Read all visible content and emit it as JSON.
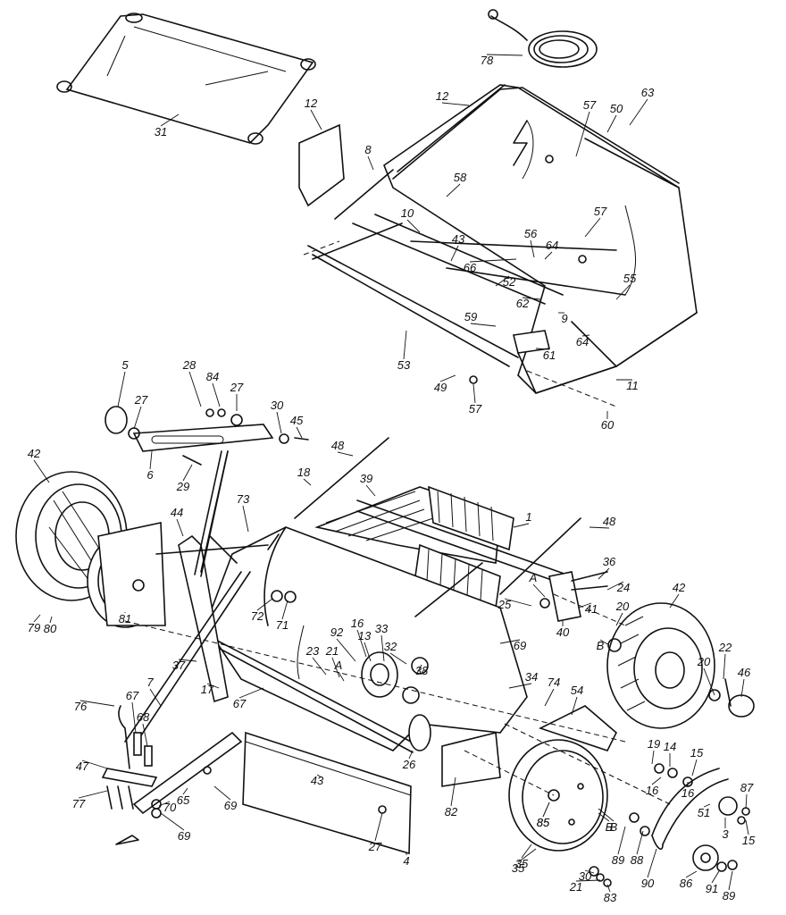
{
  "labels": [
    "31",
    "78",
    "12",
    "57",
    "50",
    "63",
    "12",
    "8",
    "58",
    "10",
    "43",
    "56",
    "64",
    "66",
    "57",
    "52",
    "62",
    "55",
    "59",
    "9",
    "64",
    "53",
    "61",
    "49",
    "57",
    "11",
    "60",
    "5",
    "28",
    "84",
    "27",
    "27",
    "30",
    "45",
    "6",
    "29",
    "42",
    "48",
    "18",
    "39",
    "73",
    "44",
    "1",
    "48",
    "36",
    "24",
    "25",
    "41",
    "40",
    "42",
    "20",
    "72",
    "71",
    "16",
    "92",
    "13",
    "33",
    "23",
    "21",
    "32",
    "69",
    "37",
    "17",
    "7",
    "38",
    "34",
    "22",
    "20",
    "46",
    "B",
    "A",
    "A",
    "B",
    "35",
    "79",
    "80",
    "81",
    "67",
    "76",
    "68",
    "74",
    "54",
    "67",
    "47",
    "77",
    "65",
    "70",
    "69",
    "69",
    "43",
    "26",
    "82",
    "19",
    "14",
    "15",
    "16",
    "16",
    "51",
    "87",
    "3",
    "15",
    "85",
    "85",
    "B",
    "27",
    "4",
    "35",
    "89",
    "88",
    "90",
    "86",
    "91",
    "89",
    "30",
    "21",
    "83"
  ]
}
